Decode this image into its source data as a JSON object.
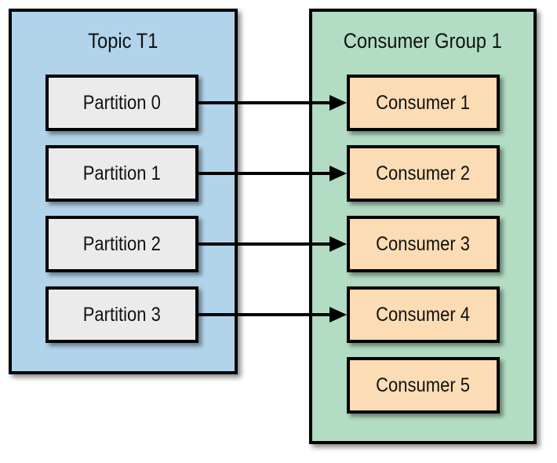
{
  "diagram": {
    "topic": {
      "title": "Topic T1",
      "partitions": [
        "Partition 0",
        "Partition 1",
        "Partition 2",
        "Partition 3"
      ]
    },
    "consumer_group": {
      "title": "Consumer Group 1",
      "consumers": [
        "Consumer 1",
        "Consumer 2",
        "Consumer 3",
        "Consumer 4",
        "Consumer 5"
      ]
    },
    "connections": [
      {
        "from": "Partition 0",
        "to": "Consumer 1"
      },
      {
        "from": "Partition 1",
        "to": "Consumer 2"
      },
      {
        "from": "Partition 2",
        "to": "Consumer 3"
      },
      {
        "from": "Partition 3",
        "to": "Consumer 4"
      }
    ],
    "colors": {
      "topic_fill": "#b1d4ea",
      "group_fill": "#b3dcc4",
      "partition_fill": "#ebebeb",
      "consumer_fill": "#fbdcb4",
      "border_color": "#000000",
      "arrow_color": "#000000"
    }
  }
}
